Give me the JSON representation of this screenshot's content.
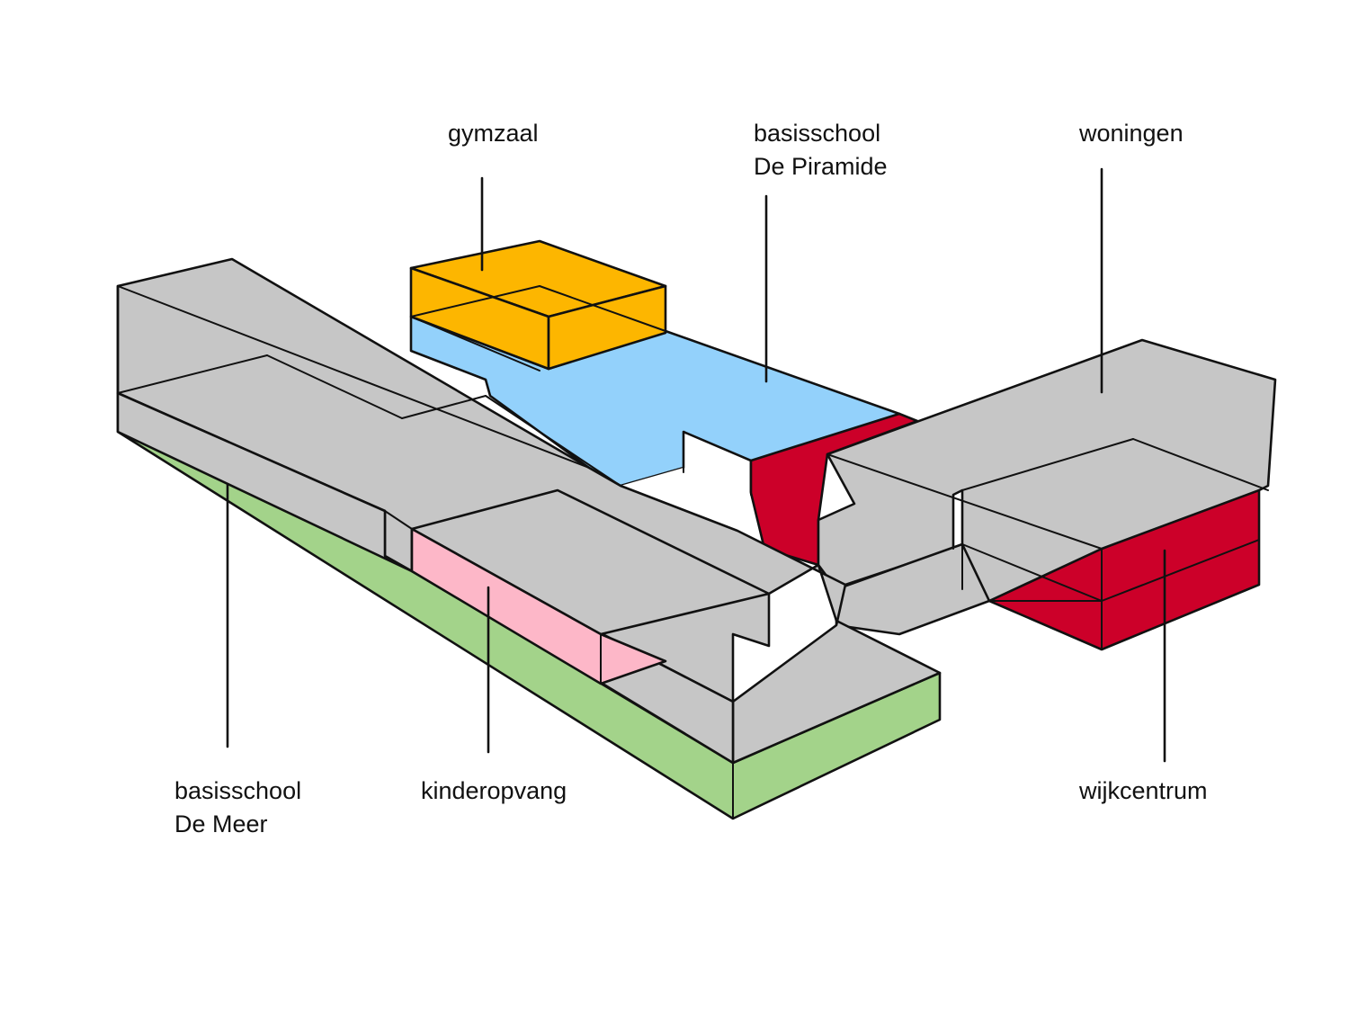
{
  "labels": {
    "gymzaal": {
      "lines": [
        "gymzaal"
      ]
    },
    "piramide": {
      "lines": [
        "basisschool",
        "De Piramide"
      ]
    },
    "woningen": {
      "lines": [
        "woningen"
      ]
    },
    "demeer": {
      "lines": [
        "basisschool",
        "De Meer"
      ]
    },
    "kinderopvang": {
      "lines": [
        "kinderopvang"
      ]
    },
    "wijkcentrum": {
      "lines": [
        "wijkcentrum"
      ]
    }
  },
  "colors": {
    "grey": "#c6c6c6",
    "green": "#a3d38a",
    "blue": "#93d1fb",
    "orange": "#fdb600",
    "red": "#cc0029",
    "pink": "#fdb7c8",
    "ink": "#111111"
  }
}
